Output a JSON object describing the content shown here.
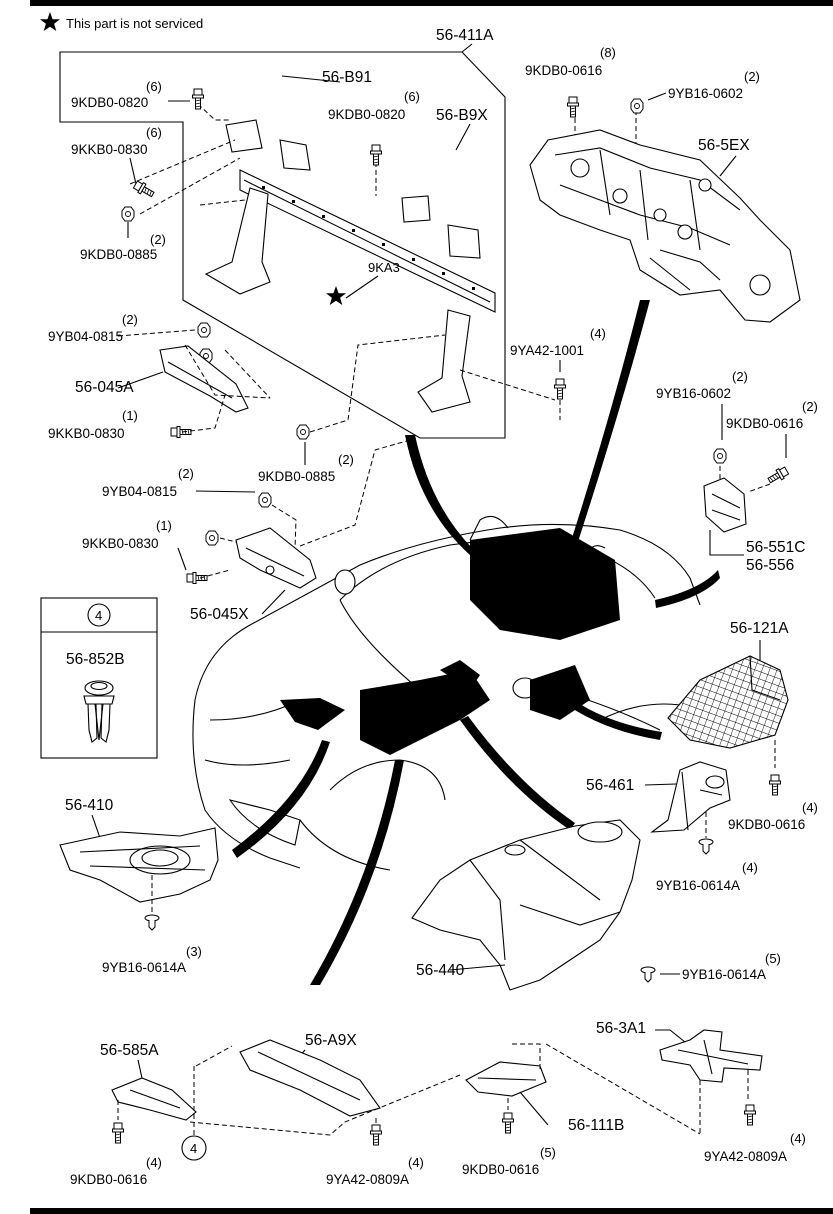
{
  "legend": {
    "note": "This part is not serviced"
  },
  "inset_box": {
    "ref": "4",
    "part": "56-852B"
  },
  "callout_ref": "4",
  "parts": {
    "p56_411A": "56-411A",
    "p56_B91": "56-B91",
    "p56_B9X": "56-B9X",
    "p56_5EX": "56-5EX",
    "p56_045A": "56-045A",
    "p56_045X": "56-045X",
    "p56_551C": "56-551C",
    "p56_556": "56-556",
    "p56_121A": "56-121A",
    "p56_461": "56-461",
    "p56_410": "56-410",
    "p56_440": "56-440",
    "p56_585A": "56-585A",
    "p56_A9X": "56-A9X",
    "p56_111B": "56-111B",
    "p56_3A1": "56-3A1"
  },
  "fasteners": [
    {
      "code": "9KDB0-0820",
      "qty": "(6)"
    },
    {
      "code": "9KKB0-0830",
      "qty": "(6)"
    },
    {
      "code": "9KDB0-0885",
      "qty": "(2)"
    },
    {
      "code": "9KDB0-0820",
      "qty": "(6)"
    },
    {
      "code": "9KDB0-0616",
      "qty": "(8)"
    },
    {
      "code": "9YB16-0602",
      "qty": "(2)"
    },
    {
      "code": "9YB04-0815",
      "qty": "(2)"
    },
    {
      "code": "9KKB0-0830",
      "qty": "(1)"
    },
    {
      "code": "9YA42-1001",
      "qty": "(4)"
    },
    {
      "code": "9KDB0-0885",
      "qty": "(2)"
    },
    {
      "code": "9YB04-0815",
      "qty": "(2)"
    },
    {
      "code": "9KKB0-0830",
      "qty": "(1)"
    },
    {
      "code": "9YB16-0602",
      "qty": "(2)"
    },
    {
      "code": "9KDB0-0616",
      "qty": "(2)"
    },
    {
      "code": "9KDB0-0616",
      "qty": "(4)"
    },
    {
      "code": "9YB16-0614A",
      "qty": "(4)"
    },
    {
      "code": "9YB16-0614A",
      "qty": "(3)"
    },
    {
      "code": "9YB16-0614A",
      "qty": "(5)"
    },
    {
      "code": "9KDB0-0616",
      "qty": "(4)"
    },
    {
      "code": "9YA42-0809A",
      "qty": "(4)"
    },
    {
      "code": "9KDB0-0616",
      "qty": "(5)"
    },
    {
      "code": "9YA42-0809A",
      "qty": "(4)"
    }
  ]
}
